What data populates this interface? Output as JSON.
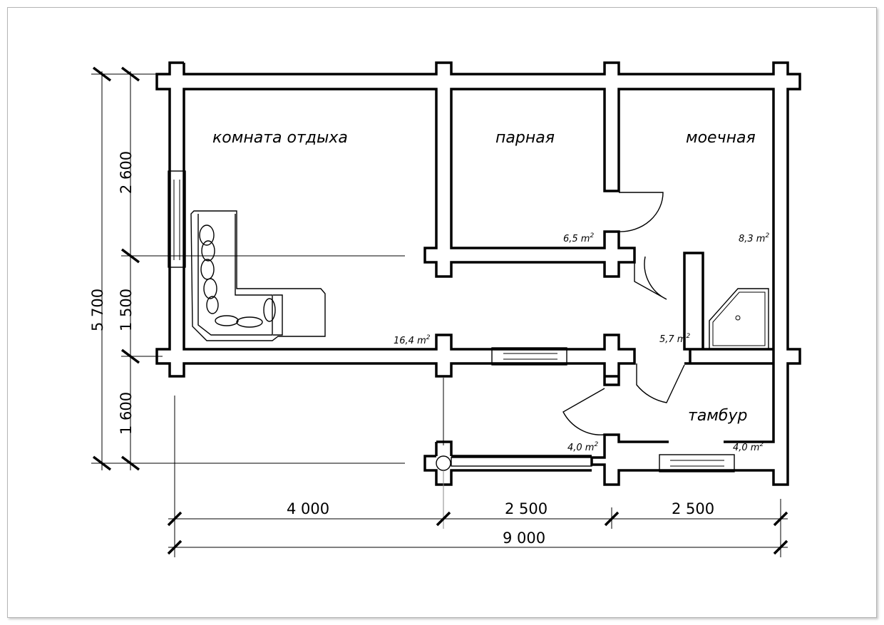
{
  "rooms": {
    "rest_room": "комната отдыха",
    "steam_room": "парная",
    "washing_room": "моечная",
    "vestibule": "тамбур"
  },
  "areas": {
    "rest_room": "16,4 m",
    "steam_room": "6,5 m",
    "washing_room": "8,3 m",
    "corridor": "5,7 m",
    "porch": "4,0 m",
    "vestibule": "4,0 m",
    "unit_power": "2"
  },
  "dimensions": {
    "horizontal": [
      "4 000",
      "2 500",
      "2 500"
    ],
    "total_width": "9 000",
    "vertical": [
      "2 600",
      "1 500",
      "1 600"
    ],
    "total_height": "5 700"
  }
}
